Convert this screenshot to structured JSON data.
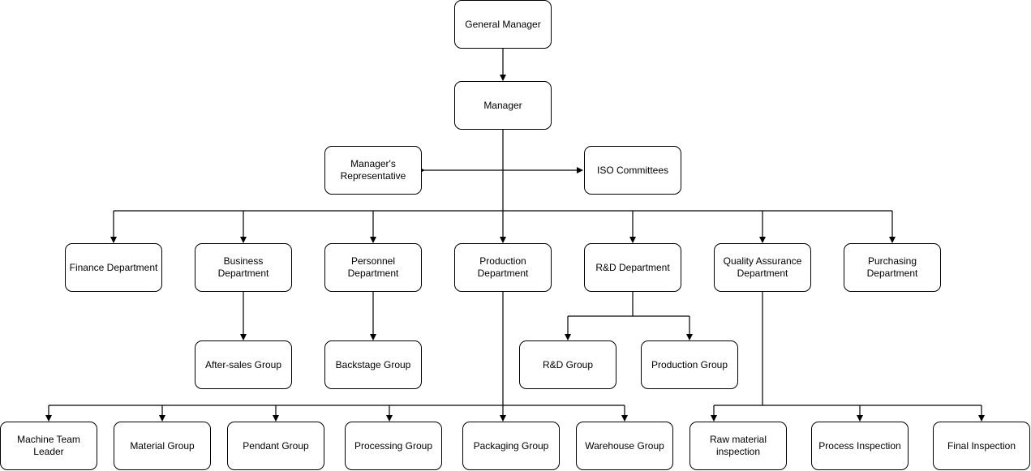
{
  "nodes": {
    "general_manager": "General Manager",
    "manager": "Manager",
    "managers_rep": "Manager's\nRepresentative",
    "iso": "ISO Committees",
    "finance": "Finance Department",
    "business": "Business Department",
    "personnel": "Personnel\nDepartment",
    "production": "Production\nDepartment",
    "rd": "R&D Department",
    "qa": "Quality Assurance\nDepartment",
    "purchasing": "Purchasing\nDepartment",
    "aftersales": "After-sales Group",
    "backstage": "Backstage Group",
    "rd_group": "R&D Group",
    "production_group": "Production Group",
    "machine": "Machine Team\nLeader",
    "material": "Material Group",
    "pendant": "Pendant Group",
    "processing": "Processing Group",
    "packaging": "Packaging Group",
    "warehouse": "Warehouse Group",
    "raw": "Raw material\ninspection",
    "process_insp": "Process Inspection",
    "final_insp": "Final Inspection"
  },
  "colors": {
    "line": "#000000",
    "box_border": "#000000",
    "box_fill": "#ffffff"
  }
}
